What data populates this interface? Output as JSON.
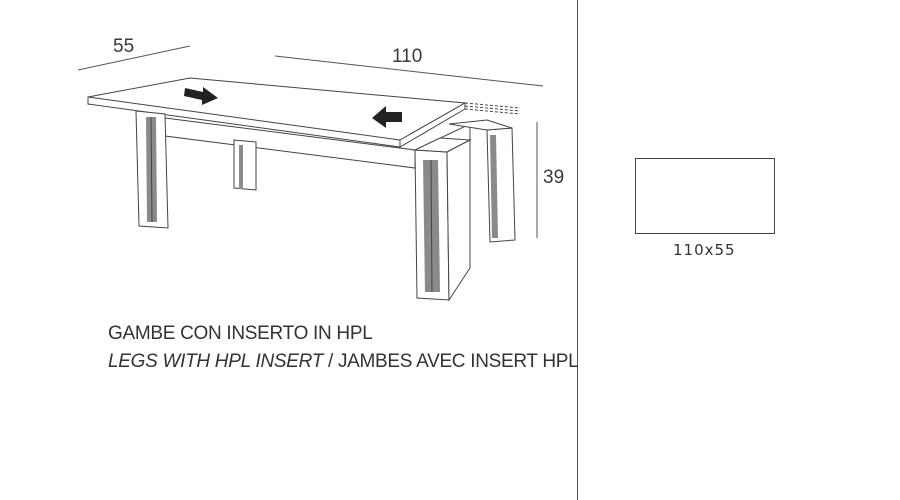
{
  "dimensions": {
    "depth": "55",
    "length": "110",
    "height": "39"
  },
  "caption": {
    "line1": "GAMBE CON INSERTO IN HPL",
    "line2_italic": "LEGS WITH HPL INSERT",
    "line2_separator": " / ",
    "line2_regular": "JAMBES AVEC INSERT HPL"
  },
  "plan": {
    "size_label": "110x55"
  },
  "colors": {
    "line": "#444444",
    "arrow": "#222222",
    "insert": "#8a8a8a"
  }
}
